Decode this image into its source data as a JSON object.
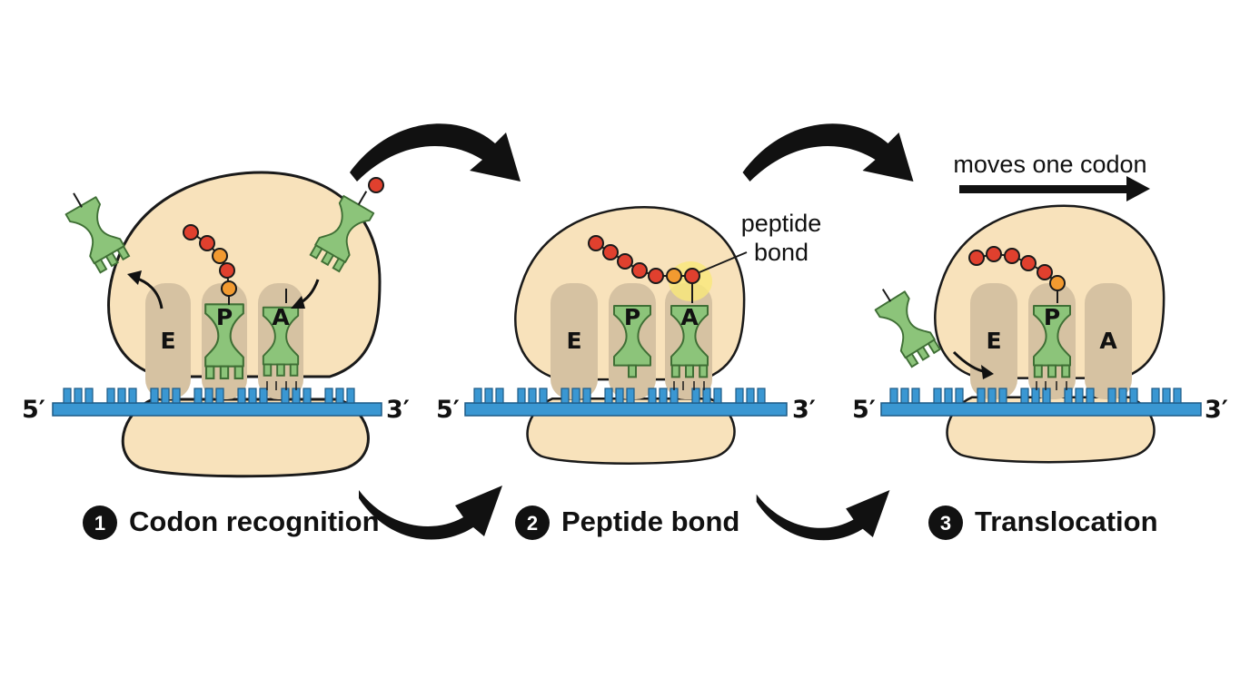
{
  "colors": {
    "ribosome": "#f8e2bb",
    "site_channel": "#d6c2a2",
    "trna": "#8cc47a",
    "trna_outline": "#3f6f35",
    "mrna": "#3a97d2",
    "amino_red": "#e0402e",
    "amino_orange": "#f29a30",
    "highlight": "#f9e97a",
    "outline": "#1a1a1a"
  },
  "icons": [
    "right-arrow-icon",
    "curved-arrow-icon"
  ],
  "panels": [
    {
      "sites": [
        "E",
        "P",
        "A"
      ],
      "five_prime": "5′",
      "three_prime": "3′",
      "step_number": "1",
      "step_label": "Codon recognition"
    },
    {
      "sites": [
        "E",
        "P",
        "A"
      ],
      "five_prime": "5′",
      "three_prime": "3′",
      "step_number": "2",
      "step_label": "Peptide bond",
      "annotation": [
        "peptide",
        "bond"
      ]
    },
    {
      "sites": [
        "E",
        "P",
        "A"
      ],
      "five_prime": "5′",
      "three_prime": "3′",
      "step_number": "3",
      "step_label": "Translocation",
      "annotation": "moves one codon"
    }
  ]
}
